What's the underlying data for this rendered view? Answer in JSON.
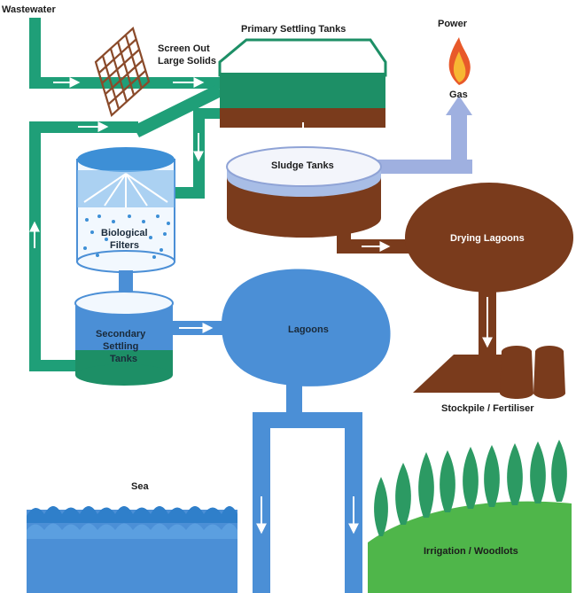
{
  "labels": {
    "wastewater": "Wastewater",
    "screen_line1": "Screen Out",
    "screen_line2": "Large Solids",
    "primary_settling": "Primary Settling Tanks",
    "power": "Power",
    "gas": "Gas",
    "sludge_tanks": "Sludge Tanks",
    "biological_line1": "Biological",
    "biological_line2": "Filters",
    "drying_lagoons": "Drying Lagoons",
    "secondary_line1": "Secondary",
    "secondary_line2": "Settling",
    "secondary_line3": "Tanks",
    "lagoons": "Lagoons",
    "stockpile": "Stockpile / Fertiliser",
    "sea": "Sea",
    "irrigation": "Irrigation / Woodlots"
  },
  "colors": {
    "green_pipe": "#1f9f78",
    "blue_pipe": "#4b8fd6",
    "lavender_pipe": "#9fb0e0",
    "brown": "#7a3b1c",
    "tank_green": "#1d8f66",
    "screen": "#8a4a2a",
    "trees": "#2c9a63",
    "grass": "#4fb64a"
  }
}
